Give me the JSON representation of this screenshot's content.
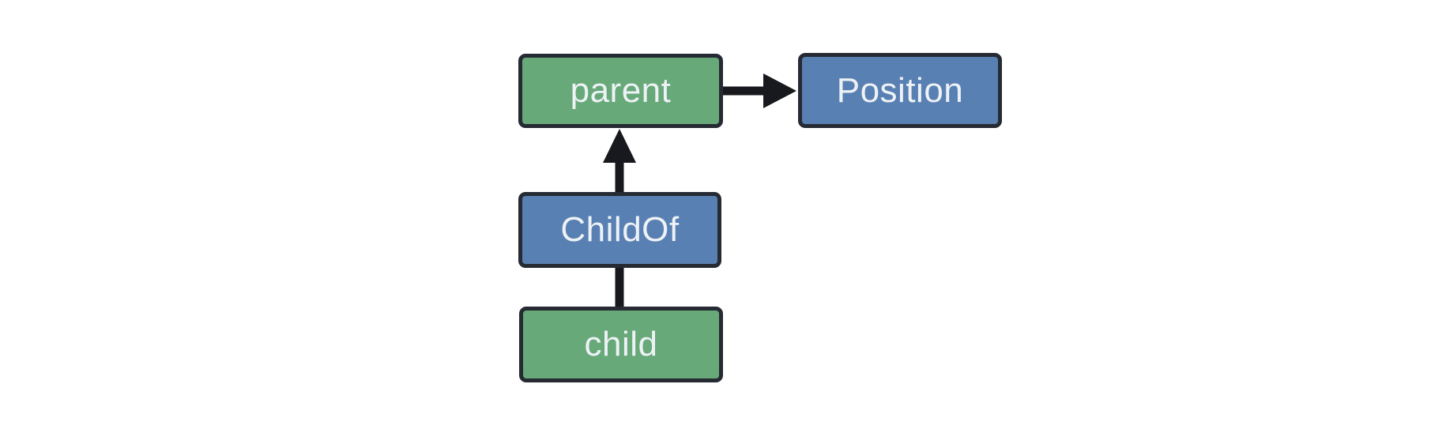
{
  "diagram": {
    "title": "entity-relationship-diagram",
    "nodes": [
      {
        "id": "parent",
        "label": "parent",
        "kind": "entity",
        "color_role": "green"
      },
      {
        "id": "Position",
        "label": "Position",
        "kind": "component",
        "color_role": "blue"
      },
      {
        "id": "ChildOf",
        "label": "ChildOf",
        "kind": "relationship",
        "color_role": "blue"
      },
      {
        "id": "child",
        "label": "child",
        "kind": "entity",
        "color_role": "green"
      }
    ],
    "edges": [
      {
        "from": "parent",
        "to": "Position",
        "style": "arrow",
        "direction": "right"
      },
      {
        "from": "ChildOf",
        "to": "parent",
        "style": "arrow",
        "direction": "up"
      },
      {
        "from": "child",
        "to": "ChildOf",
        "style": "line",
        "direction": "up"
      }
    ],
    "colors": {
      "entity_green": "#67a978",
      "component_blue": "#5880b2",
      "node_border": "#262a33",
      "label_text": "#eef2f7",
      "arrow_black": "#17191e",
      "background": "#ffffff"
    }
  }
}
